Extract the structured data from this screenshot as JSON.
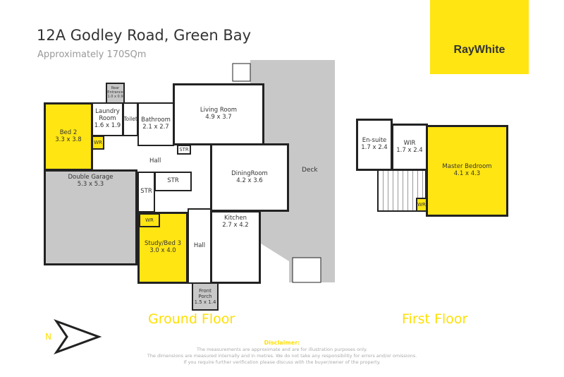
{
  "header": {
    "title": "12A Godley Road, Green Bay",
    "subtitle": "Approximately 170SQm"
  },
  "brand": {
    "logo_text": "RayWhite",
    "color": "#ffe512"
  },
  "ground_floor": {
    "label": "Ground Floor",
    "rooms": [
      {
        "name": "Rear Entrance",
        "dims": "1.0 x 0.9"
      },
      {
        "name": "Bed 2",
        "dims": "3.3 x 3.8"
      },
      {
        "name": "Laundry Room",
        "dims": "1.6 x 1.9"
      },
      {
        "name": "Toilet",
        "dims": ""
      },
      {
        "name": "Bathroom",
        "dims": "2.1 x 2.7"
      },
      {
        "name": "Living Room",
        "dims": "4.9 x 3.7"
      },
      {
        "name": "WR",
        "dims": ""
      },
      {
        "name": "STR",
        "dims": ""
      },
      {
        "name": "Hall",
        "dims": ""
      },
      {
        "name": "Double Garage",
        "dims": "5.3 x 5.3"
      },
      {
        "name": "STR",
        "dims": ""
      },
      {
        "name": "STR",
        "dims": ""
      },
      {
        "name": "DiningRoom",
        "dims": "4.2 x 3.6"
      },
      {
        "name": "Deck",
        "dims": ""
      },
      {
        "name": "Kitchen",
        "dims": "2.7 x 4.2"
      },
      {
        "name": "WR",
        "dims": ""
      },
      {
        "name": "Study/Bed 3",
        "dims": "3.0 x 4.0"
      },
      {
        "name": "Hall",
        "dims": ""
      },
      {
        "name": "Front Porch",
        "dims": "1.5 x 1.4"
      }
    ]
  },
  "first_floor": {
    "label": "First Floor",
    "rooms": [
      {
        "name": "En-suite",
        "dims": "1.7 x 2.4"
      },
      {
        "name": "WIR",
        "dims": "1.7 x 2.4"
      },
      {
        "name": "Master Bedroom",
        "dims": "4.1 x 4.3"
      },
      {
        "name": "WR",
        "dims": ""
      }
    ]
  },
  "compass": {
    "label": "N",
    "icon": "north-arrow-icon"
  },
  "disclaimer": {
    "heading": "Disclaimer:",
    "lines": [
      "The measurements are approximate and are for illustration purposes only.",
      "The dimensions are measured internally and in metres. We do not take any responsibility for errors and/or omissions.",
      "If you require further verification please discuss with the buyer/owner of the property."
    ]
  }
}
